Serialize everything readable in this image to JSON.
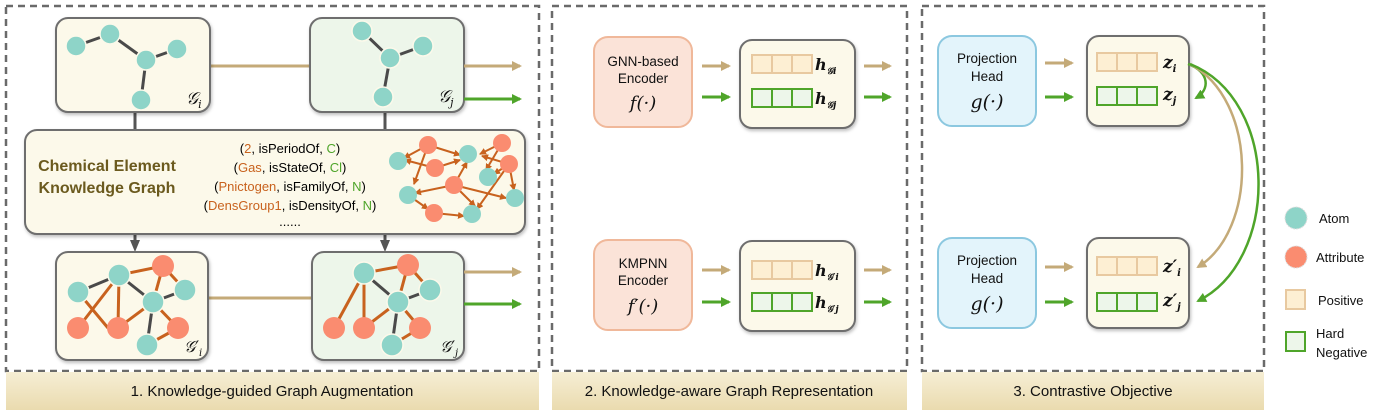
{
  "colors": {
    "atom": "#8ED4C8",
    "attribute": "#FA8C70",
    "bond": "#4A4A4A",
    "kg_edge": "#C8621E",
    "positive_arrow": "#C4AA78",
    "negative_arrow": "#4FA52A",
    "positive_fill": "#FDEFD3",
    "positive_stroke": "#E8C9A0",
    "negative_fill": "#EDF6EA",
    "negative_stroke": "#4FA52A",
    "graph_i_bg": "#FCF9EA",
    "graph_j_bg": "#EDF6EA",
    "encoder_bg": "#FBE3D8",
    "encoder_stroke": "#F0B89A",
    "head_bg": "#E3F4FB",
    "head_stroke": "#8CC8E0",
    "panel_label_bg": "#F1E6C4",
    "kg_text": "#6B5A1E",
    "subject_text": "#C8621E",
    "object_text": "#4FA52A"
  },
  "section1": {
    "title": "1. Knowledge-guided Graph Augmentation",
    "graph_i_label": "𝒢",
    "graph_i_sub": "i",
    "graph_j_label": "𝒢",
    "graph_j_sub": "j",
    "graph_i_aug_label": "𝒢′",
    "graph_i_aug_sub": "i",
    "graph_j_aug_label": "𝒢′",
    "graph_j_aug_sub": "j",
    "kg_title_line1": "Chemical Element",
    "kg_title_line2": "Knowledge Graph",
    "triples": [
      {
        "subject": "2",
        "relation": "isPeriodOf",
        "object": "C"
      },
      {
        "subject": "Gas",
        "relation": "isStateOf",
        "object": "Cl"
      },
      {
        "subject": "Pnictogen",
        "relation": "isFamilyOf",
        "object": "N"
      },
      {
        "subject": "DensGroup1",
        "relation": "isDensityOf",
        "object": "N"
      }
    ],
    "ellipsis": "......"
  },
  "section2": {
    "title": "2. Knowledge-aware Graph Representation",
    "encoder1_line1": "GNN-based",
    "encoder1_line2": "Encoder",
    "encoder1_fn": "f(·)",
    "encoder2_line1": "KMPNN",
    "encoder2_line2": "Encoder",
    "encoder2_fn": "f′(·)",
    "h_i": "h",
    "h_i_sub": "𝒢i",
    "h_j": "h",
    "h_j_sub": "𝒢j",
    "h_i_aug": "h",
    "h_i_aug_sub": "𝒢′i",
    "h_j_aug": "h",
    "h_j_aug_sub": "𝒢′j"
  },
  "section3": {
    "title": "3. Contrastive Objective",
    "head_line1": "Projection",
    "head_line2": "Head",
    "head_fn": "g(·)",
    "z_i": "z",
    "z_i_sub": "i",
    "z_j": "z",
    "z_j_sub": "j",
    "z_i_aug": "z′",
    "z_i_aug_sub": "i",
    "z_j_aug": "z′",
    "z_j_aug_sub": "j"
  },
  "legend": {
    "atom": "Atom",
    "attribute": "Attribute",
    "positive": "Positive",
    "hard_negative_line1": "Hard",
    "hard_negative_line2": "Negative"
  }
}
